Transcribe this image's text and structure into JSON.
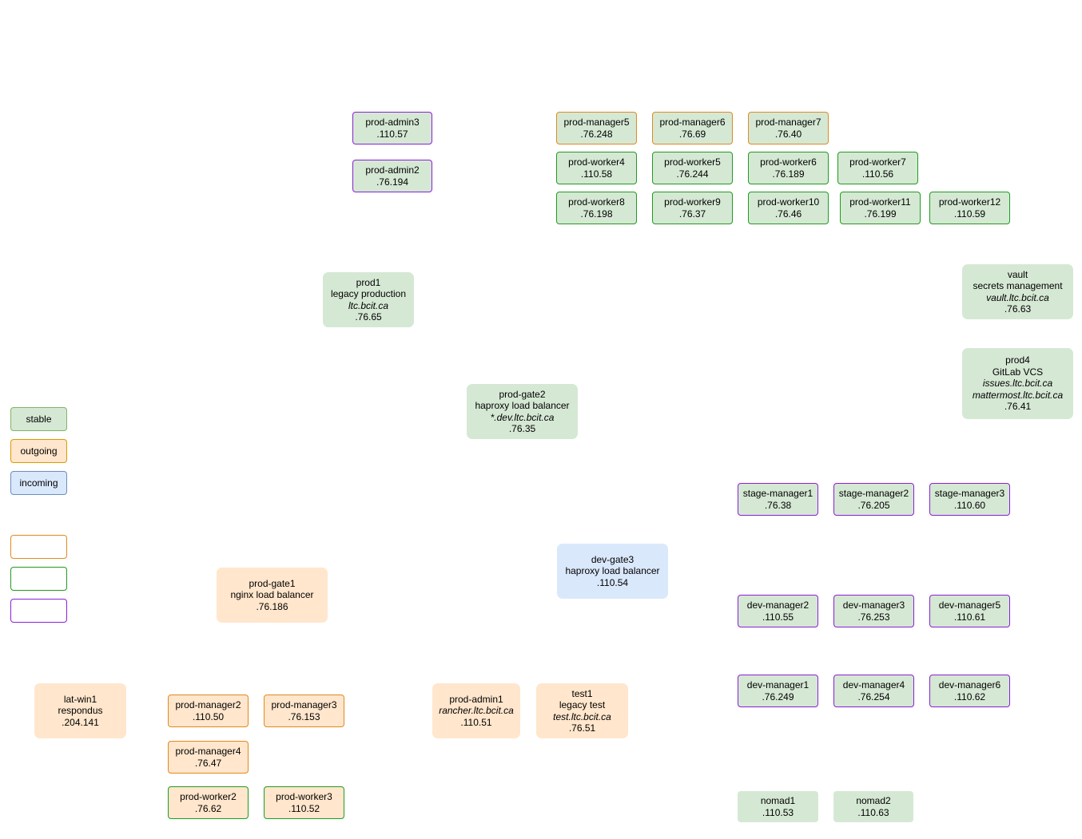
{
  "legend": [
    {
      "label": "stable",
      "fill": "#d5e8d4",
      "border": "#82b366"
    },
    {
      "label": "outgoing",
      "fill": "#ffe6cc",
      "border": "#d79b00"
    },
    {
      "label": "incoming",
      "fill": "#dae8fc",
      "border": "#6c8ebf"
    },
    {
      "label": "",
      "fill": "#ffffff",
      "border": "#e08a1e"
    },
    {
      "label": "",
      "fill": "#ffffff",
      "border": "#1f9c1f"
    },
    {
      "label": "",
      "fill": "#ffffff",
      "border": "#8b1fd6"
    }
  ],
  "colors": {
    "stable_fill": "#d5e8d4",
    "outgoing_fill": "#ffe6cc",
    "incoming_fill": "#dae8fc",
    "manager_border": "#e08a1e",
    "worker_border": "#1f9c1f",
    "admin_border": "#8b1fd6"
  },
  "nodes": {
    "prod_admin3": [
      "prod-admin3",
      ".110.57"
    ],
    "prod_admin2": [
      "prod-admin2",
      ".76.194"
    ],
    "prod_manager5": [
      "prod-manager5",
      ".76.248"
    ],
    "prod_manager6": [
      "prod-manager6",
      ".76.69"
    ],
    "prod_manager7": [
      "prod-manager7",
      ".76.40"
    ],
    "prod_worker4": [
      "prod-worker4",
      ".110.58"
    ],
    "prod_worker5": [
      "prod-worker5",
      ".76.244"
    ],
    "prod_worker6": [
      "prod-worker6",
      ".76.189"
    ],
    "prod_worker7": [
      "prod-worker7",
      ".110.56"
    ],
    "prod_worker8": [
      "prod-worker8",
      ".76.198"
    ],
    "prod_worker9": [
      "prod-worker9",
      ".76.37"
    ],
    "prod_worker10": [
      "prod-worker10",
      ".76.46"
    ],
    "prod_worker11": [
      "prod-worker11",
      ".76.199"
    ],
    "prod_worker12": [
      "prod-worker12",
      ".110.59"
    ],
    "prod1": [
      "prod1",
      "legacy production",
      "ltc.bcit.ca",
      ".76.65"
    ],
    "vault": [
      "vault",
      "secrets management",
      "vault.ltc.bcit.ca",
      ".76.63"
    ],
    "prod4": [
      "prod4",
      "GitLab VCS",
      "issues.ltc.bcit.ca",
      "mattermost.ltc.bcit.ca",
      ".76.41"
    ],
    "prod_gate2": [
      "prod-gate2",
      "haproxy load balancer",
      "*.dev.ltc.bcit.ca",
      ".76.35"
    ],
    "stage_manager1": [
      "stage-manager1",
      ".76.38"
    ],
    "stage_manager2": [
      "stage-manager2",
      ".76.205"
    ],
    "stage_manager3": [
      "stage-manager3",
      ".110.60"
    ],
    "dev_gate3": [
      "dev-gate3",
      "haproxy load balancer",
      ".110.54"
    ],
    "prod_gate1": [
      "prod-gate1",
      "nginx load balancer",
      ".76.186"
    ],
    "dev_manager2": [
      "dev-manager2",
      ".110.55"
    ],
    "dev_manager3": [
      "dev-manager3",
      ".76.253"
    ],
    "dev_manager5": [
      "dev-manager5",
      ".110.61"
    ],
    "dev_manager1": [
      "dev-manager1",
      ".76.249"
    ],
    "dev_manager4": [
      "dev-manager4",
      ".76.254"
    ],
    "dev_manager6": [
      "dev-manager6",
      ".110.62"
    ],
    "lat_win1": [
      "lat-win1",
      "respondus",
      ".204.141"
    ],
    "prod_manager2": [
      "prod-manager2",
      ".110.50"
    ],
    "prod_manager3": [
      "prod-manager3",
      ".76.153"
    ],
    "prod_manager4": [
      "prod-manager4",
      ".76.47"
    ],
    "prod_worker2": [
      "prod-worker2",
      ".76.62"
    ],
    "prod_worker3": [
      "prod-worker3",
      ".110.52"
    ],
    "prod_admin1": [
      "prod-admin1",
      "rancher.ltc.bcit.ca",
      ".110.51"
    ],
    "test1": [
      "test1",
      "legacy test",
      "test.ltc.bcit.ca",
      ".76.51"
    ],
    "nomad1": [
      "nomad1",
      ".110.53"
    ],
    "nomad2": [
      "nomad2",
      ".110.63"
    ]
  }
}
